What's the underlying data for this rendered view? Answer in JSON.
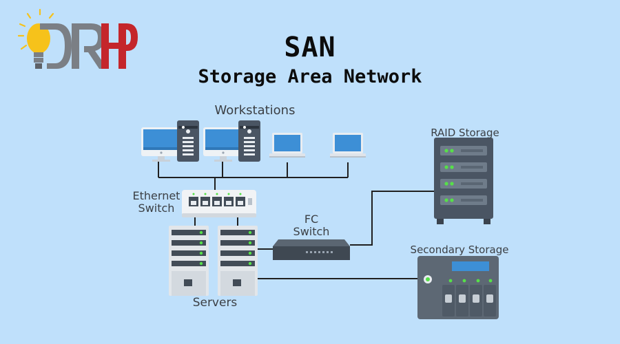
{
  "logo": {
    "text": "DRHP",
    "icon": "lightbulb-icon",
    "colors": {
      "gray": "#7b7f85",
      "red": "#c4262b",
      "bulb": "#f6c21b"
    }
  },
  "title": {
    "main": "SAN",
    "sub": "Storage Area Network"
  },
  "labels": {
    "workstations": "Workstations",
    "raid_storage": "RAID Storage",
    "ethernet_switch_line1": "Ethernet",
    "ethernet_switch_line2": "Switch",
    "fc_switch_line1": "FC",
    "fc_switch_line2": "Switch",
    "secondary_storage": "Secondary Storage",
    "servers": "Servers"
  },
  "colors": {
    "background": "#bfe0fb",
    "device_dark": "#4d5864",
    "device_light": "#e9edf1",
    "screen": "#3d8fd6",
    "led_green": "#56e048",
    "wire": "#1f1f1f"
  }
}
